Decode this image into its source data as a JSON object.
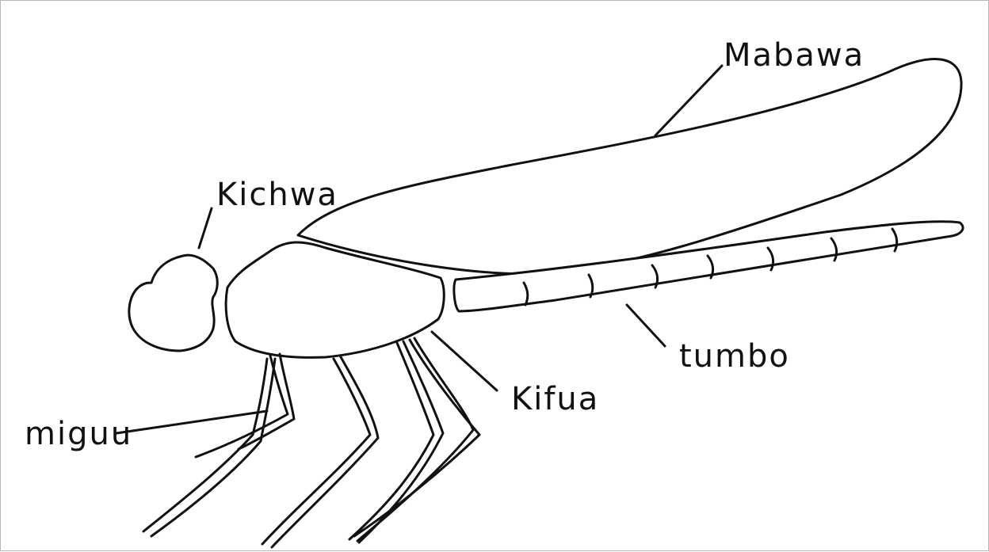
{
  "diagram": {
    "labels": {
      "wings": "Mabawa",
      "head": "Kichwa",
      "abdomen": "tumbo",
      "thorax": "Kifua",
      "legs": "miguu"
    },
    "colors": {
      "ink": "#111111",
      "background": "#ffffff",
      "border": "#b5b5b5"
    }
  }
}
